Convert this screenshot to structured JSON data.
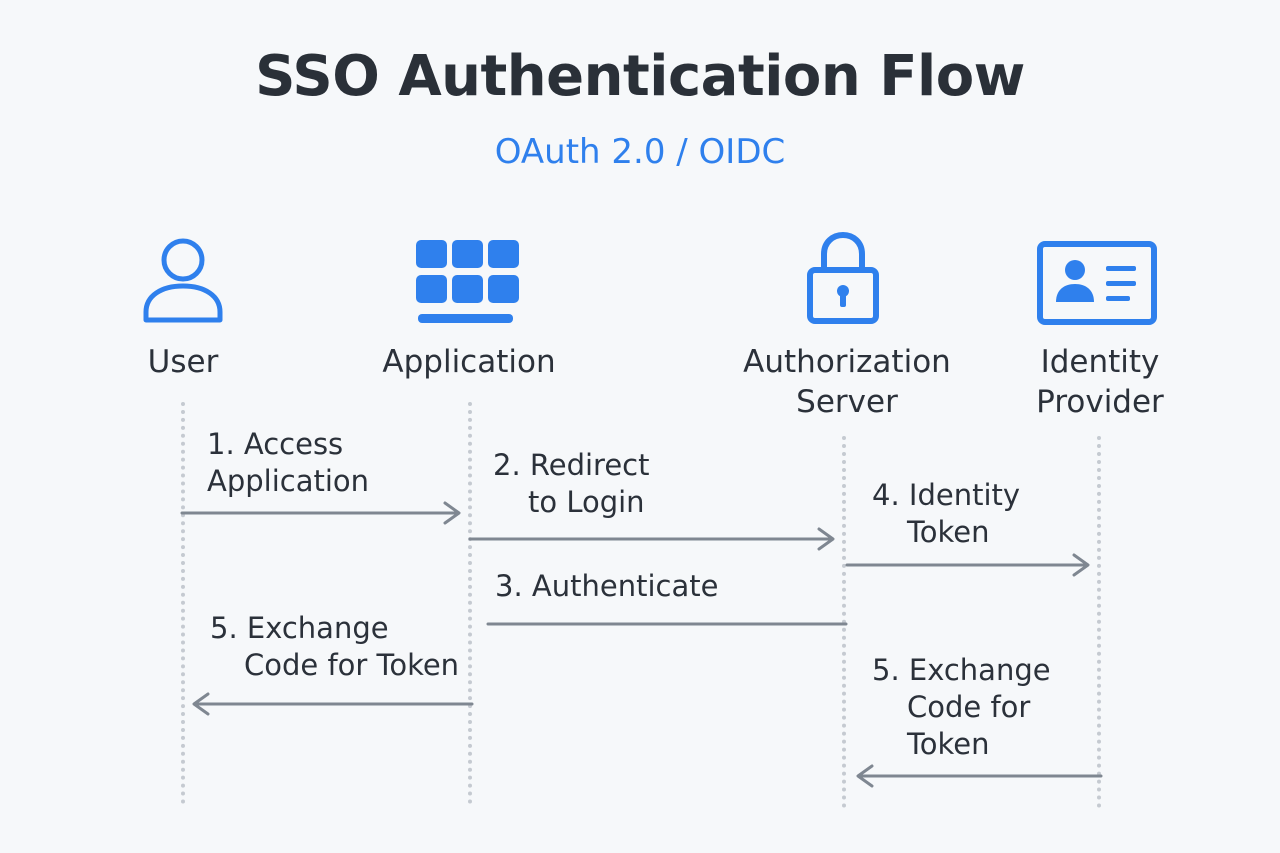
{
  "title": "SSO Authentication Flow",
  "subtitle": "OAuth 2.0 / OIDC",
  "colors": {
    "accent": "#2f80ed",
    "text": "#2b313a",
    "arrow": "#7f8791",
    "lifeline": "#c5cad1",
    "background": "#f6f8fa"
  },
  "actors": [
    {
      "label": "User",
      "icon": "user-icon"
    },
    {
      "label": "Application",
      "icon": "app-grid-icon"
    },
    {
      "label_line1": "Authorization",
      "label_line2": "Server",
      "icon": "lock-icon"
    },
    {
      "label_line1": "Identity",
      "label_line2": "Provider",
      "icon": "id-card-icon"
    }
  ],
  "messages": [
    {
      "line1": "1. Access",
      "line2": "Application",
      "from": "User",
      "to": "Application"
    },
    {
      "line1": "2. Redirect",
      "line2": "to Login",
      "from": "Application",
      "to": "Authorization Server"
    },
    {
      "line1": "4. Identity",
      "line2": "Token",
      "from": "Authorization Server",
      "to": "Identity Provider"
    },
    {
      "line1": "3. Authenticate",
      "from": "Authorization Server",
      "to": "Application"
    },
    {
      "line1": "5. Exchange",
      "line2": "Code for Token",
      "from": "Application",
      "to": "User"
    },
    {
      "line1": "5. Exchange",
      "line2": "Code for",
      "line3": "Token",
      "from": "Identity Provider",
      "to": "Authorization Server"
    }
  ]
}
